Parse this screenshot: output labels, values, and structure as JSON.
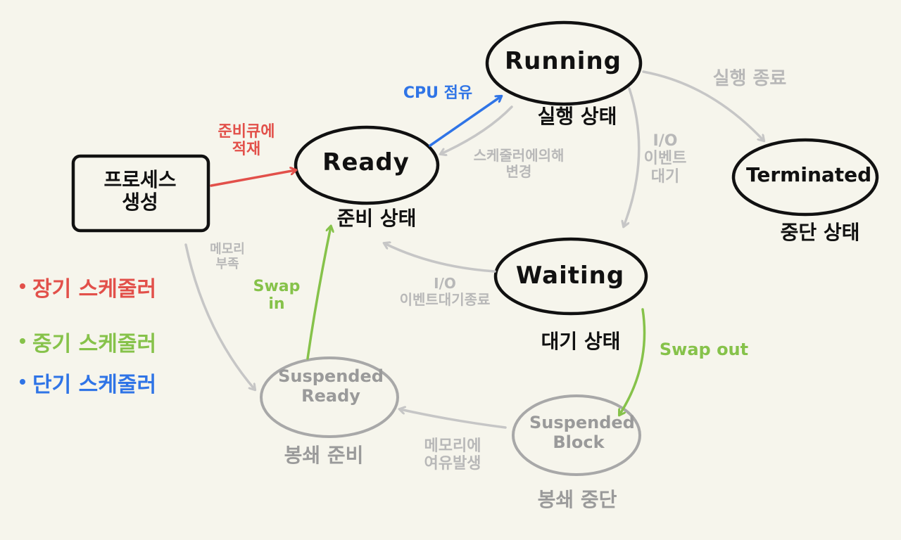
{
  "states": {
    "creation": "프로세스\n생성",
    "ready": "Ready",
    "ready_kor": "준비 상태",
    "running": "Running",
    "running_kor": "실행 상태",
    "waiting": "Waiting",
    "waiting_kor": "대기 상태",
    "terminated": "Terminated",
    "terminated_kor": "중단 상태",
    "suspended_ready": "Suspended\nReady",
    "suspended_ready_kor": "봉쇄 준비",
    "suspended_block": "Suspended\nBlock",
    "suspended_block_kor": "봉쇄 중단"
  },
  "transitions": {
    "creation_to_ready": "준비큐에\n적재",
    "ready_to_running": "CPU 점유",
    "running_to_ready": "스케줄러에의해\n변경",
    "running_to_terminated": "실행 종료",
    "running_to_waiting": "I/O\n이벤트\n대기",
    "waiting_to_ready": "I/O\n이벤트대기종료",
    "creation_to_suspended_ready": "메모리\n부족",
    "swap_in": "Swap\nin",
    "swap_out": "Swap out",
    "block_to_suspended_ready": "메모리에\n여유발생"
  },
  "legend": {
    "long_term": "장기 스케줄러",
    "mid_term": "중기 스케줄러",
    "short_term": "단기 스케줄러"
  },
  "colors": {
    "background": "#f6f5ec",
    "ink": "#111111",
    "gray": "#bcbcbc",
    "long_term": "#e2504a",
    "mid_term": "#86c24a",
    "short_term": "#2f74e6"
  }
}
